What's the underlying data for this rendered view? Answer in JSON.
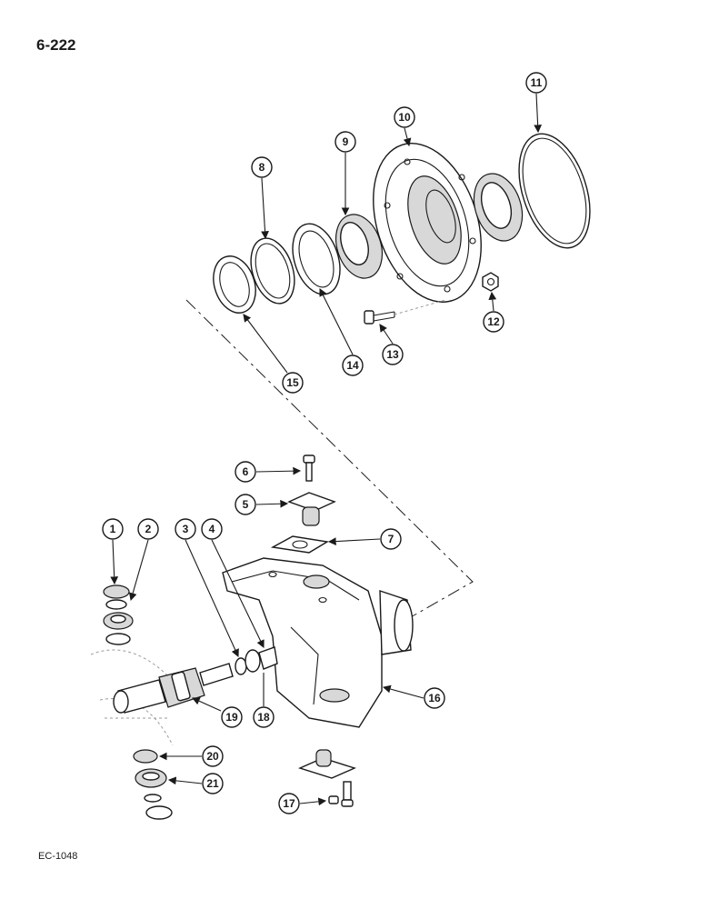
{
  "header": {
    "page_number": "6-222"
  },
  "footer": {
    "figure_code": "EC-1048"
  },
  "callouts": [
    "1",
    "2",
    "3",
    "4",
    "5",
    "6",
    "7",
    "8",
    "9",
    "10",
    "11",
    "12",
    "13",
    "14",
    "15",
    "16",
    "17",
    "18",
    "19",
    "20",
    "21"
  ]
}
